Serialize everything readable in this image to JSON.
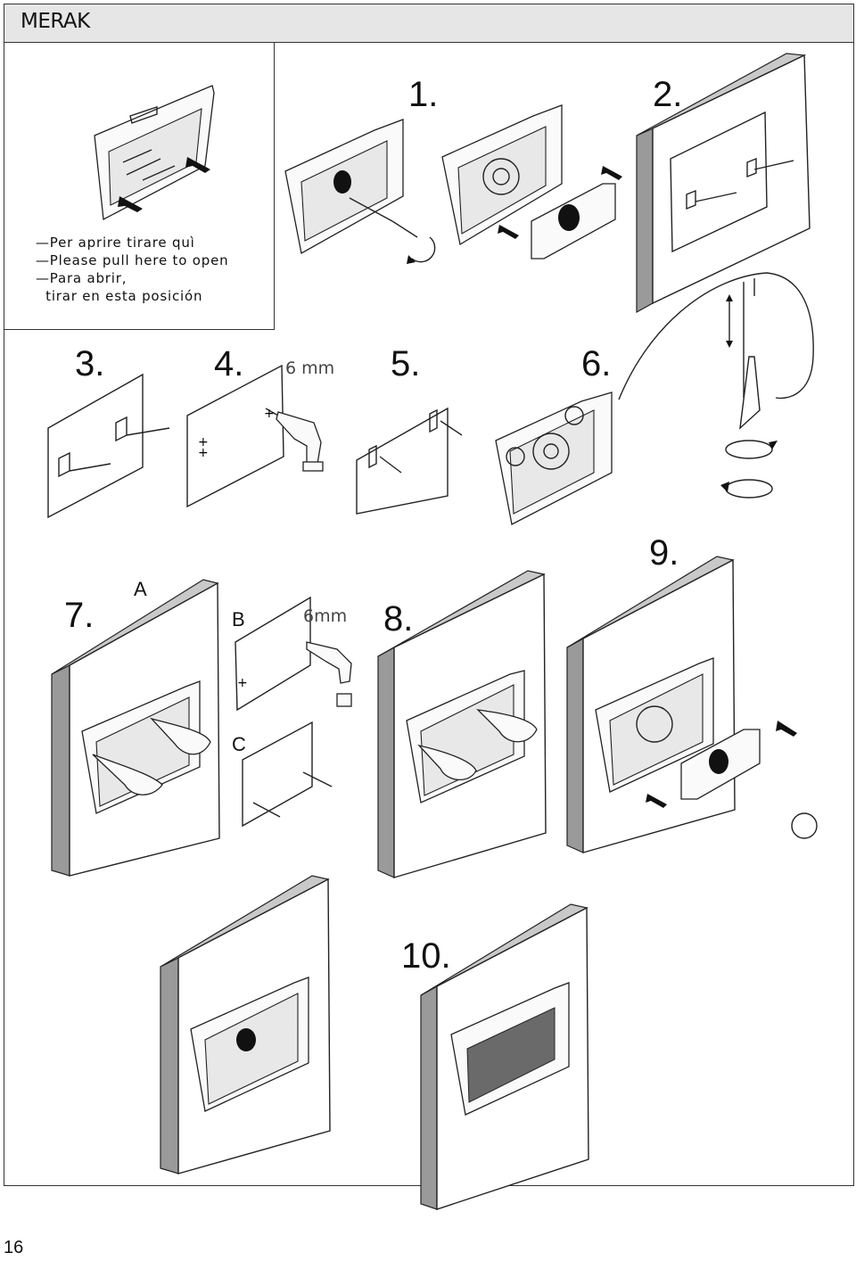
{
  "header": {
    "title": "MERAK"
  },
  "note": {
    "lines": [
      "—Per aprire tirare quì",
      "—Please pull here to open",
      "—Para abrir,",
      "  tirar en esta posición"
    ]
  },
  "steps": {
    "s1": "1.",
    "s2": "2.",
    "s3": "3.",
    "s4": "4.",
    "s5": "5.",
    "s6": "6.",
    "s7": "7.",
    "s8": "8.",
    "s9": "9.",
    "s10": "10."
  },
  "substeps": {
    "a": "A",
    "b": "B",
    "c": "C"
  },
  "measurements": {
    "m4": "6 mm",
    "m7b": "6mm"
  },
  "page": {
    "number": "16"
  },
  "icons": [
    "arrow-icon",
    "rotate-arrow-icon",
    "screwdriver-icon",
    "drill-icon",
    "screw-icon",
    "wall-bracket-icon"
  ]
}
